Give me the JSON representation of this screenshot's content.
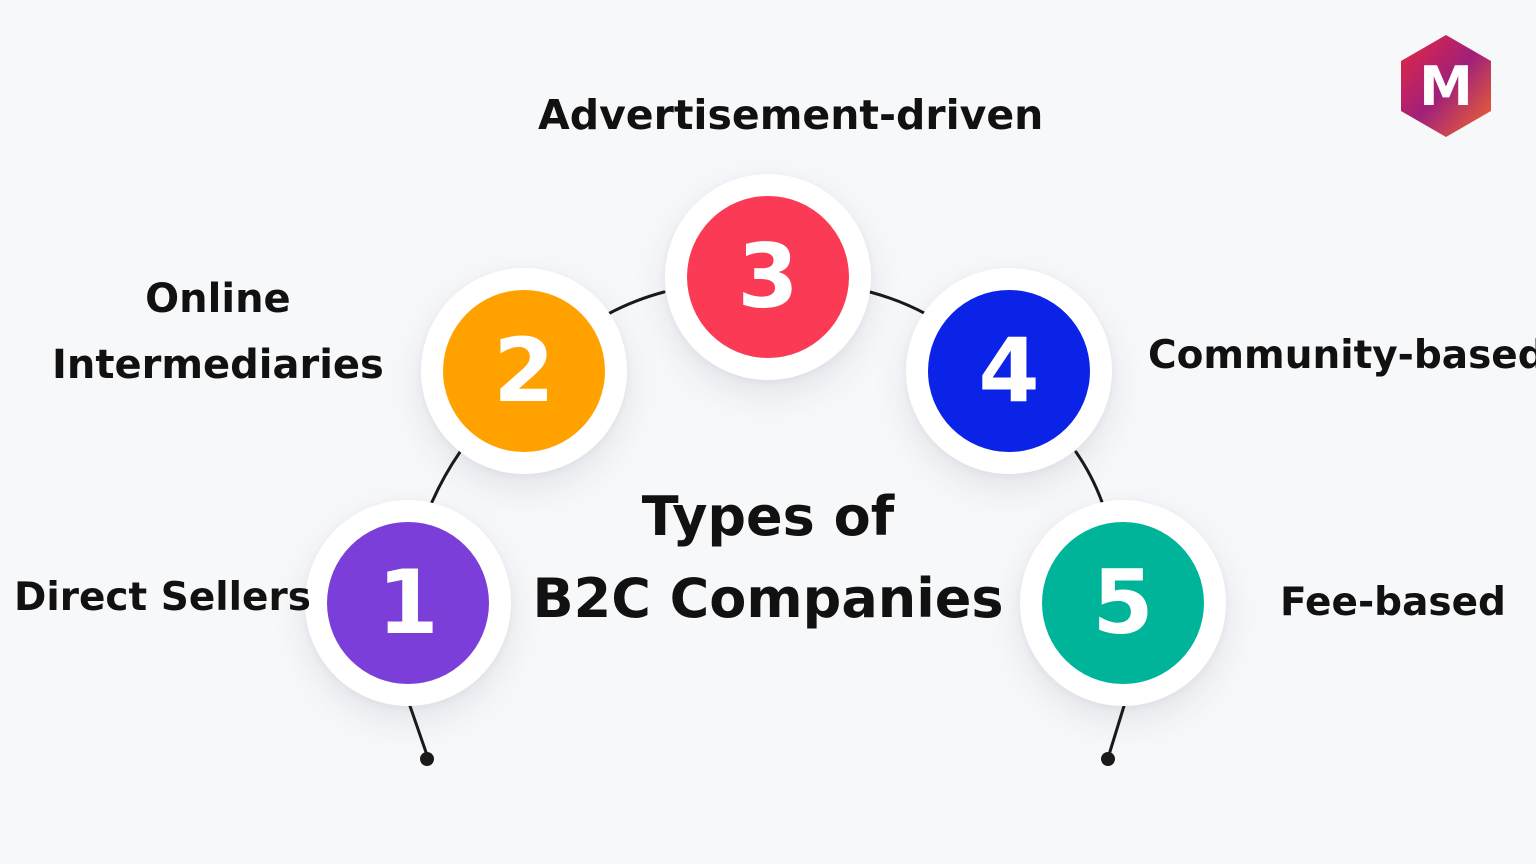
{
  "title": {
    "line1": "Types of",
    "line2": "B2C Companies"
  },
  "logo": {
    "letter": "M",
    "icon": "hexagon-logo-icon",
    "colors": [
      "#e8273f",
      "#a0207a",
      "#f36a2a"
    ]
  },
  "items": [
    {
      "number": "1",
      "label": "Direct Sellers",
      "color": "#7b3ed8"
    },
    {
      "number": "2",
      "label_line1": "Online",
      "label_line2": "Intermediaries",
      "color": "#ffa200"
    },
    {
      "number": "3",
      "label": "Advertisement-driven",
      "color": "#fb3b55"
    },
    {
      "number": "4",
      "label": "Community-based",
      "color": "#0b23e6"
    },
    {
      "number": "5",
      "label": "Fee-based",
      "color": "#00b49a"
    }
  ],
  "arc_color": "#1a1a1a"
}
